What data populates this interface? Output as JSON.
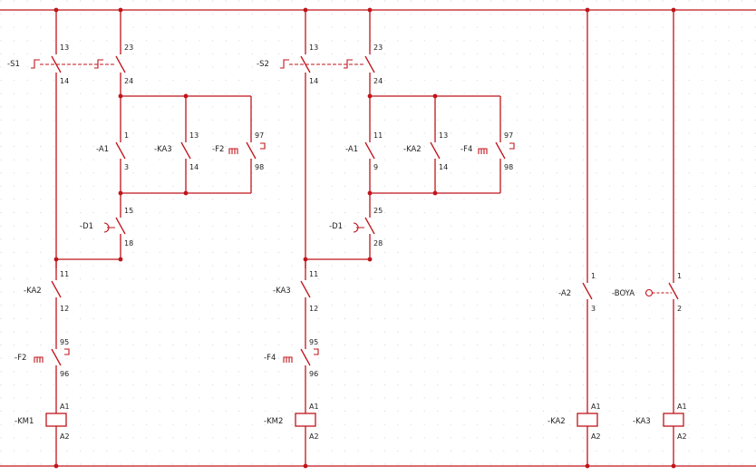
{
  "labels": {
    "s1": "-S1",
    "s2": "-S2",
    "a1_left": "-A1",
    "ka3_top": "-KA3",
    "f2_top": "-F2",
    "d1_left": "-D1",
    "ka2_left": "-KA2",
    "f2_bottom": "-F2",
    "km1": "-KM1",
    "a1_mid": "-A1",
    "ka2_mid": "-KA2",
    "f4_top": "-F4",
    "d1_mid": "-D1",
    "ka3_mid": "-KA3",
    "f4_bottom": "-F4",
    "km2": "-KM2",
    "a2": "-A2",
    "boya": "-BOYA",
    "ka2_coil": "-KA2",
    "ka3_coil": "-KA3"
  },
  "pins": {
    "s1_13": "13",
    "s1_14": "14",
    "s1_23": "23",
    "s1_24": "24",
    "a1l_1": "1",
    "a1l_3": "3",
    "ka3t_13": "13",
    "ka3t_14": "14",
    "f2t_97": "97",
    "f2t_98": "98",
    "d1l_15": "15",
    "d1l_18": "18",
    "ka2l_11": "11",
    "ka2l_12": "12",
    "f2b_95": "95",
    "f2b_96": "96",
    "km1_a1": "A1",
    "km1_a2": "A2",
    "s2_13": "13",
    "s2_14": "14",
    "s2_23": "23",
    "s2_24": "24",
    "a1m_11": "11",
    "a1m_9": "9",
    "ka2m_13": "13",
    "ka2m_14": "14",
    "f4t_97": "97",
    "f4t_98": "98",
    "d1m_25": "25",
    "d1m_28": "28",
    "ka3m_11": "11",
    "ka3m_12": "12",
    "f4b_95": "95",
    "f4b_96": "96",
    "km2_a1": "A1",
    "km2_a2": "A2",
    "a2_1": "1",
    "a2_3": "3",
    "boya_1": "1",
    "boya_2": "2",
    "ka2c_a1": "A1",
    "ka2c_a2": "A2",
    "ka3c_a1": "A1",
    "ka3c_a2": "A2"
  },
  "colors": {
    "wire": "#c0141b",
    "grid_dot": "#d6d6d6",
    "text": "#222222"
  }
}
